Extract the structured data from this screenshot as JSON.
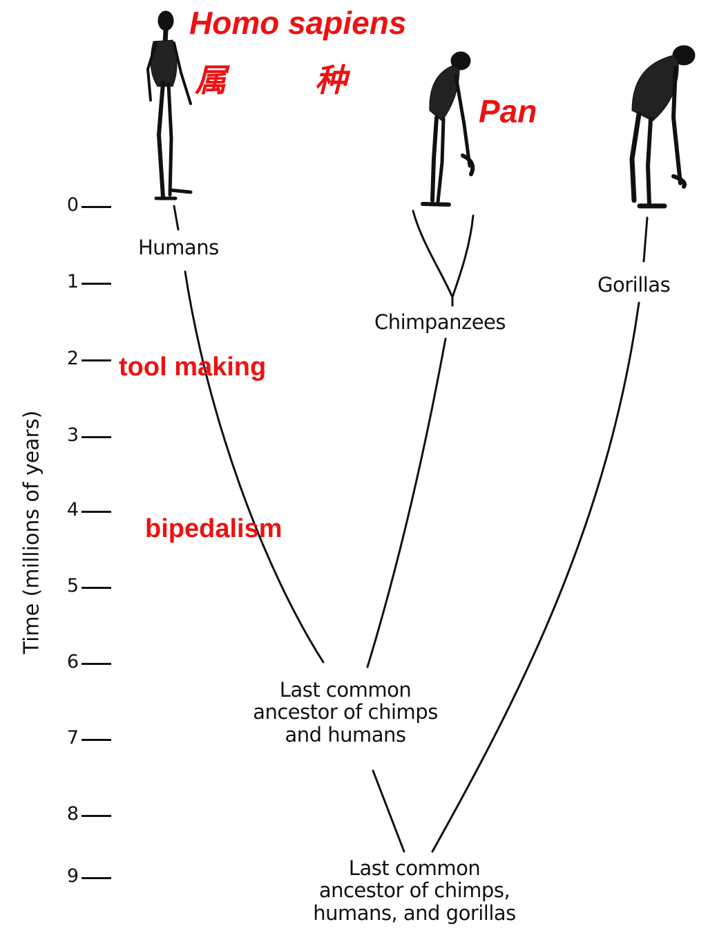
{
  "diagram": {
    "axis_title": "Time (millions of years)",
    "ticks": [
      "0",
      "1",
      "2",
      "3",
      "4",
      "5",
      "6",
      "7",
      "8",
      "9"
    ],
    "taxa": {
      "humans": "Humans",
      "chimpanzees": "Chimpanzees",
      "gorillas": "Gorillas"
    },
    "nodes": {
      "lca_chimps_humans": [
        "Last common",
        "ancestor of chimps",
        "and humans"
      ],
      "lca_all": [
        "Last common",
        "ancestor of chimps,",
        "humans, and gorillas"
      ]
    }
  },
  "annotations": {
    "genus_species": "Homo sapiens",
    "genus_char": "属",
    "species_char": "种",
    "pan": "Pan",
    "tool_making": "tool making",
    "bipedalism": "bipedalism",
    "color": "#ee1111"
  },
  "icons": [
    "human-skeleton-icon",
    "chimpanzee-skeleton-icon",
    "gorilla-skeleton-icon"
  ]
}
